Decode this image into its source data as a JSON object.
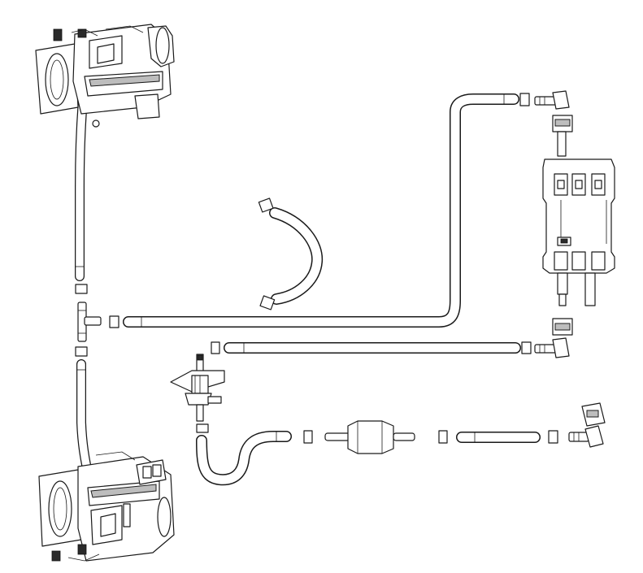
{
  "colors": {
    "line": "#1a1a1a",
    "fill": "#ffffff",
    "shade": "#bdbdbd"
  },
  "components": [
    {
      "name": "throttle-body-upper-icon",
      "kind": "throttle-body"
    },
    {
      "name": "throttle-body-lower-icon",
      "kind": "throttle-body"
    },
    {
      "name": "fuel-pressure-regulator-icon",
      "kind": "regulator"
    },
    {
      "name": "fuel-filter-icon",
      "kind": "inline-filter"
    },
    {
      "name": "tee-fitting-icon",
      "kind": "tee"
    },
    {
      "name": "fuel-pump-module-icon",
      "kind": "pump"
    },
    {
      "name": "elbow-quick-connector-icon",
      "kind": "quick-connector"
    }
  ]
}
